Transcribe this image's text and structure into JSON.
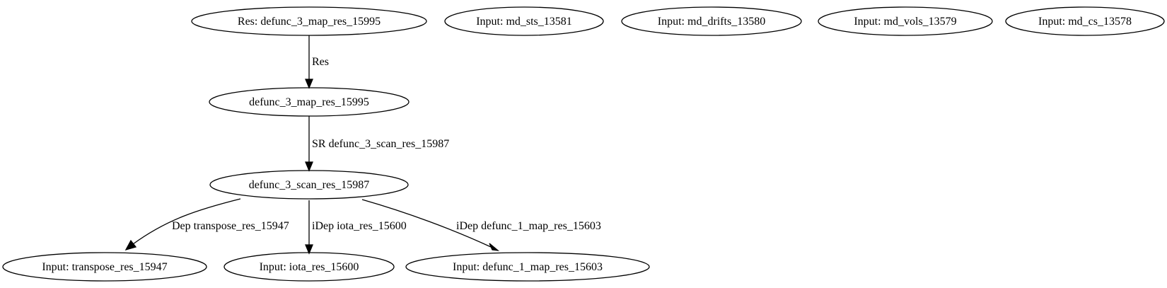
{
  "nodes": {
    "res": "Res: defunc_3_map_res_15995",
    "md_sts": "Input: md_sts_13581",
    "md_drifts": "Input: md_drifts_13580",
    "md_vols": "Input: md_vols_13579",
    "md_cs": "Input: md_cs_13578",
    "map": "defunc_3_map_res_15995",
    "scan": "defunc_3_scan_res_15987",
    "transpose": "Input: transpose_res_15947",
    "iota": "Input: iota_res_15600",
    "defunc1": "Input: defunc_1_map_res_15603"
  },
  "edges": {
    "res_to_map": "Res",
    "map_to_scan": "SR defunc_3_scan_res_15987",
    "scan_to_transpose": "Dep transpose_res_15947",
    "scan_to_iota": "iDep iota_res_15600",
    "scan_to_defunc1": "iDep defunc_1_map_res_15603"
  }
}
